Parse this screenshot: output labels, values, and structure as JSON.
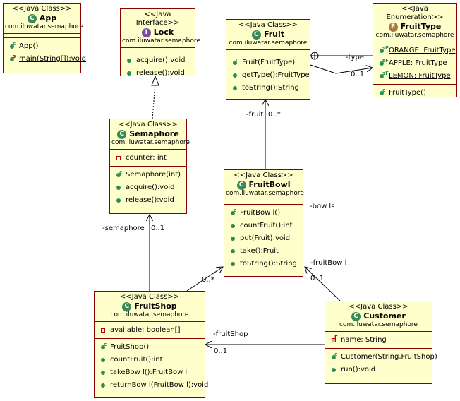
{
  "classes": {
    "app": {
      "stereotype": "<<Java Class>>",
      "badge": "C",
      "name": "App",
      "package": "com.iluwatar.semaphore",
      "ops": [
        "App()",
        "main(String[]):void"
      ]
    },
    "lock": {
      "stereotype": "<<Java Interface>>",
      "badge": "I",
      "name": "Lock",
      "package": "com.iluwatar.semaphore",
      "ops": [
        "acquire():void",
        "release():void"
      ]
    },
    "fruit": {
      "stereotype": "<<Java Class>>",
      "badge": "C",
      "name": "Fruit",
      "package": "com.iluwatar.semaphore",
      "ops": [
        "Fruit(FruitType)",
        "getType():FruitType",
        "toString():String"
      ]
    },
    "fruittype": {
      "stereotype": "<<Java Enumeration>>",
      "badge": "E",
      "name": "FruitType",
      "package": "com.iluwatar.semaphore",
      "fields": [
        "ORANGE: FruitType",
        "APPLE: FruitType",
        "LEMON: FruitType"
      ],
      "ops": [
        "FruitType()"
      ]
    },
    "semaphore": {
      "stereotype": "<<Java Class>>",
      "badge": "C",
      "name": "Semaphore",
      "package": "com.iluwatar.semaphore",
      "fields": [
        "counter: int"
      ],
      "ops": [
        "Semaphore(int)",
        "acquire():void",
        "release():void"
      ]
    },
    "fruitbowl": {
      "stereotype": "<<Java Class>>",
      "badge": "C",
      "name": "FruitBowl",
      "package": "com.iluwatar.semaphore",
      "ops": [
        "FruitBow l()",
        "countFruit():int",
        "put(Fruit):void",
        "take():Fruit",
        "toString():String"
      ]
    },
    "fruitshop": {
      "stereotype": "<<Java Class>>",
      "badge": "C",
      "name": "FruitShop",
      "package": "com.iluwatar.semaphore",
      "fields": [
        "available: boolean[]"
      ],
      "ops": [
        "FruitShop()",
        "countFruit():int",
        "takeBow l():FruitBow l",
        "returnBow l(FruitBow l):void"
      ]
    },
    "customer": {
      "stereotype": "<<Java Class>>",
      "badge": "C",
      "name": "Customer",
      "package": "com.iluwatar.semaphore",
      "fields": [
        "name: String"
      ],
      "ops": [
        "Customer(String,FruitShop)",
        "run():void"
      ]
    }
  },
  "edge_labels": {
    "type_role": "-type",
    "type_mult": "0..1",
    "fruit_role": "-fruit",
    "fruit_mult": "0..*",
    "bowls_role": "-bow ls",
    "shopbowl_mult": "0..*",
    "semaphore_role": "-semaphore",
    "semaphore_mult": "0..1",
    "custbowl_role": "-fruitBow l",
    "custbowl_mult": "0..1",
    "custshop_role": "-fruitShop",
    "custshop_mult": "0..1"
  },
  "colors": {
    "box_fill": "#ffffcc",
    "box_border": "#8b0000",
    "class_badge": "#3a8a55",
    "interface_badge": "#7a4fa8",
    "enum_badge": "#a87a3a"
  }
}
